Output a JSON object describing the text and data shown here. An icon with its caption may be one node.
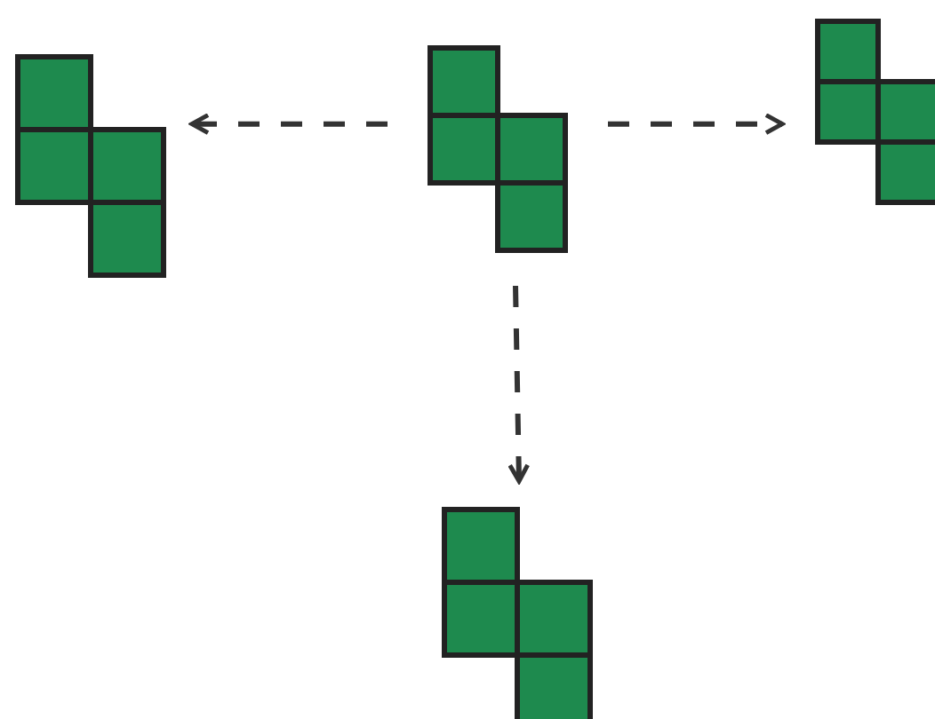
{
  "diagram": {
    "nodes": [
      {
        "text": [],
        "shape": "picture"
      },
      {
        "text": [],
        "shape": "picture"
      },
      {
        "text": [],
        "shape": "picture"
      },
      {
        "text": [],
        "shape": "picture"
      }
    ],
    "edges": [
      {
        "from": 1,
        "to": 0,
        "arrow": "to",
        "style": "dashed"
      },
      {
        "from": 1,
        "to": 2,
        "arrow": "to",
        "style": "dashed"
      },
      {
        "from": 1,
        "to": 3,
        "arrow": "to",
        "style": "dashed"
      }
    ]
  }
}
